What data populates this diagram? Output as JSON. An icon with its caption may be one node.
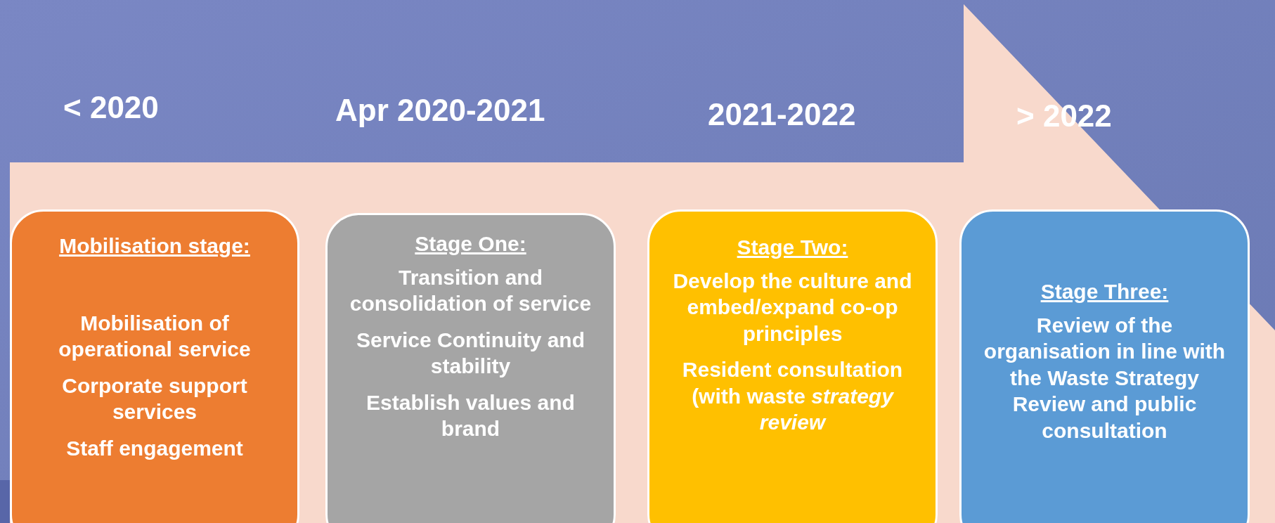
{
  "diagram": {
    "nodes": [
      {
        "text": [
          "Mobilisation stage:",
          "Mobilisation of operational service",
          "Corporate support services",
          "Staff engagement"
        ]
      },
      {
        "text": [
          "Stage One:",
          "Transition and consolidation of service",
          "Service Continuity and stability",
          "Establish values and brand"
        ]
      },
      {
        "text": [
          "Stage Two:",
          "Develop the culture and embed/expand co-op principles",
          "Resident consultation (with waste *strategy review*"
        ]
      },
      {
        "text": [
          "Stage Three:",
          "Review of the organisation in line with the Waste Strategy Review and public consultation"
        ]
      }
    ],
    "labels": [
      "< 2020",
      "Apr 2020-2021",
      "2021-2022",
      "> 2022"
    ]
  }
}
